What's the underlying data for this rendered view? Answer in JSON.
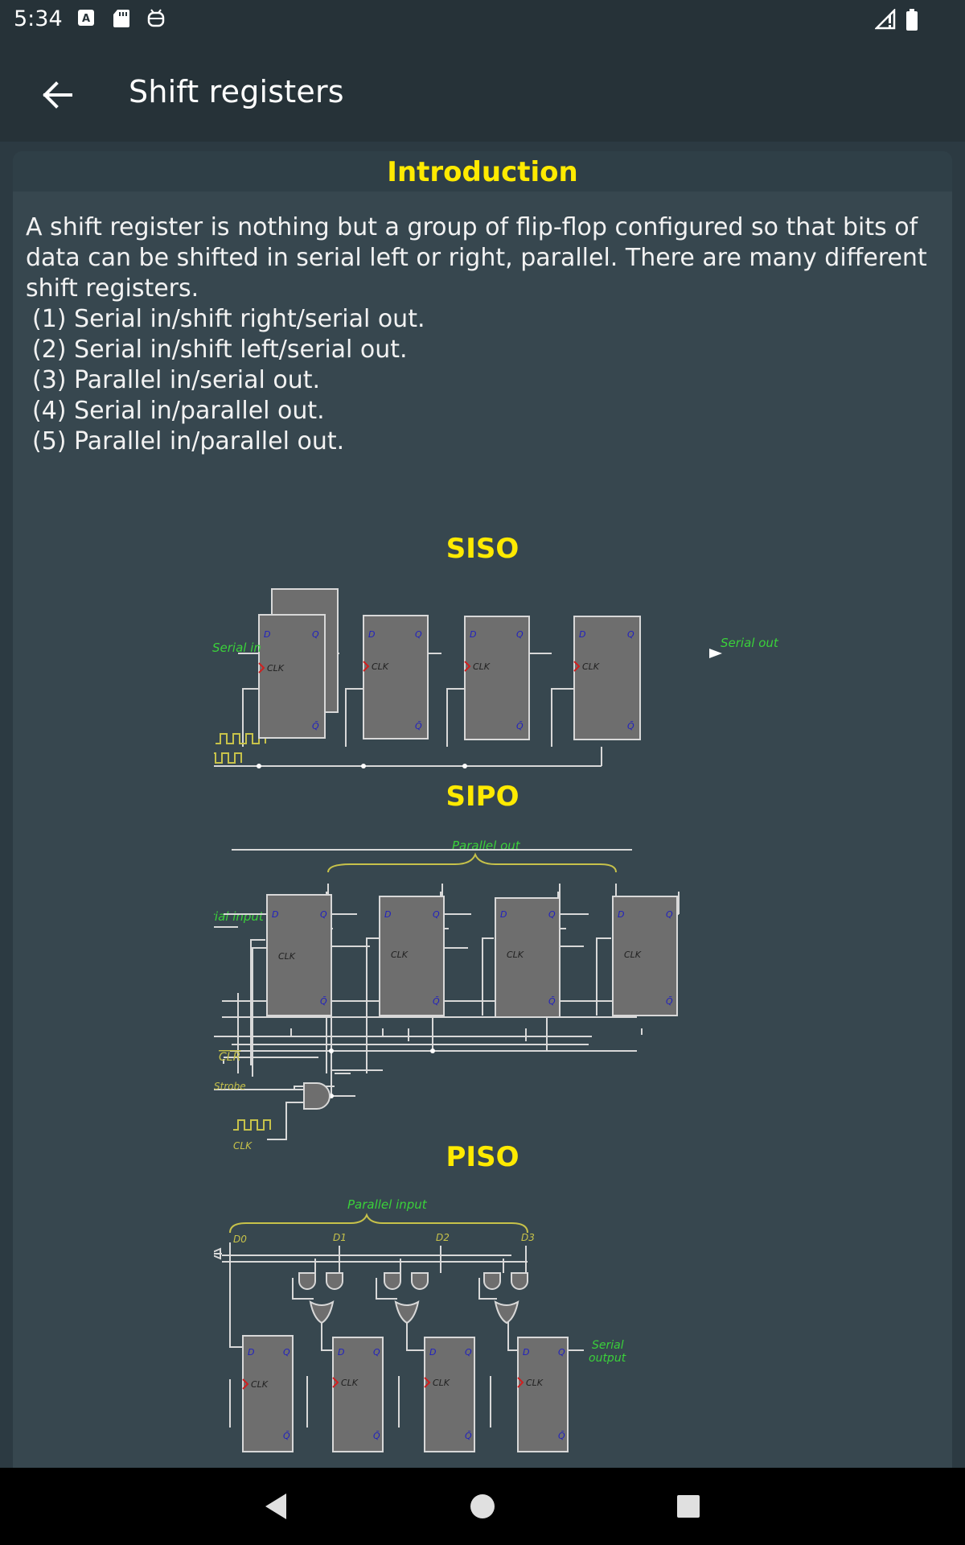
{
  "status_bar": {
    "time": "5:34"
  },
  "app_bar": {
    "title": "Shift registers"
  },
  "card": {
    "heading": "Introduction",
    "intro_text": "A shift register is nothing but a group of flip-flop configured so that bits of data can be shifted in serial left or right, parallel. There are many different shift registers.",
    "list": [
      "(1) Serial in/shift right/serial out.",
      "(2) Serial in/shift left/serial out.",
      "(3) Parallel in/serial out.",
      "(4) Serial in/parallel out.",
      "(5) Parallel in/parallel out."
    ]
  },
  "diagrams": {
    "siso": {
      "title": "SISO",
      "serial_in": "Serial in",
      "serial_out": "Serial out",
      "d": "D",
      "q": "Q",
      "qbar": "Q̄",
      "clk": "CLK"
    },
    "sipo": {
      "title": "SIPO",
      "parallel_out": "Parallel out",
      "serial_input": "Serial input",
      "clr": "CLR",
      "strobe": "Strobe",
      "clk": "CLK"
    },
    "piso": {
      "title": "PISO",
      "parallel_input": "Parallel input",
      "serial_output_1": "Serial",
      "serial_output_2": "output",
      "d0": "D0",
      "d1": "D1",
      "d2": "D2",
      "d3": "D3"
    }
  },
  "colors": {
    "accent_yellow": "#ffea00",
    "label_green": "#3ad13a",
    "label_olive": "#c7c24a",
    "flipflop_fill": "#6e6e6e",
    "pin_blue": "#2020c0",
    "clk_red": "#d02020"
  }
}
